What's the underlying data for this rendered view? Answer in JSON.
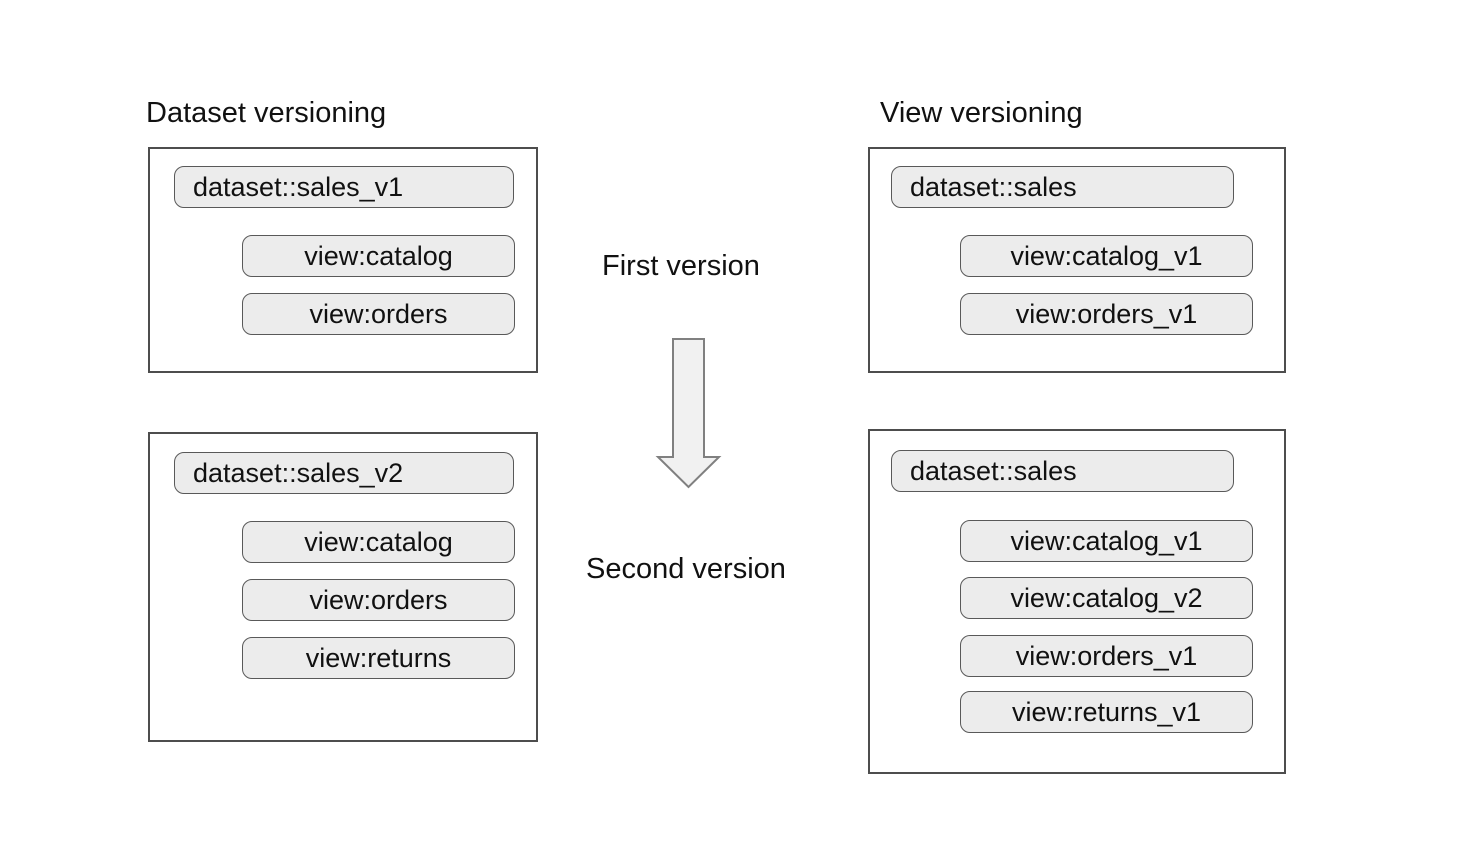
{
  "left_column": {
    "title": "Dataset versioning",
    "boxes": {
      "first": {
        "dataset": "dataset::sales_v1",
        "views": [
          "view:catalog",
          "view:orders"
        ]
      },
      "second": {
        "dataset": "dataset::sales_v2",
        "views": [
          "view:catalog",
          "view:orders",
          "view:returns"
        ]
      }
    }
  },
  "right_column": {
    "title": "View versioning",
    "boxes": {
      "first": {
        "dataset": "dataset::sales",
        "views": [
          "view:catalog_v1",
          "view:orders_v1"
        ]
      },
      "second": {
        "dataset": "dataset::sales",
        "views": [
          "view:catalog_v1",
          "view:catalog_v2",
          "view:orders_v1",
          "view:returns_v1"
        ]
      }
    }
  },
  "center": {
    "first_label": "First version",
    "second_label": "Second version",
    "arrow_icon": "down-arrow-icon"
  },
  "colors": {
    "background": "#ffffff",
    "box_border": "#4d4d4d",
    "pill_fill": "#ececec",
    "pill_border": "#595959",
    "arrow_fill": "#f1f1f1",
    "arrow_border": "#808080",
    "text": "#111111"
  }
}
